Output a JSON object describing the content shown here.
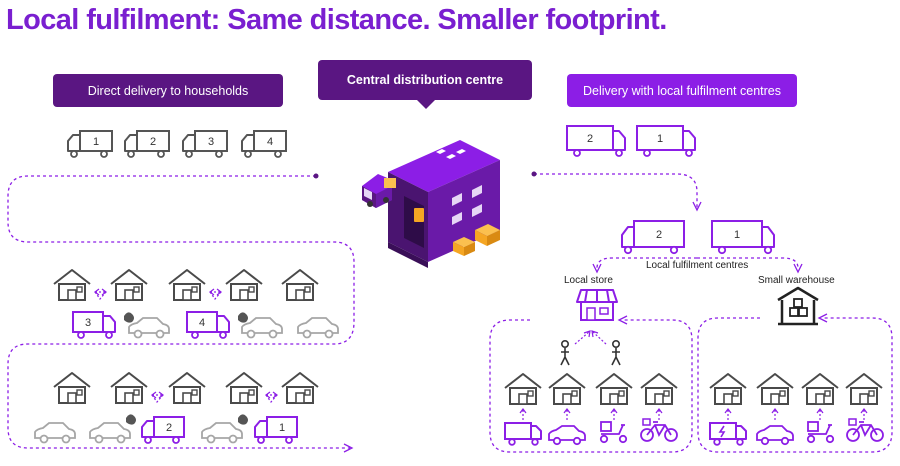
{
  "title": "Local fulfilment: Same distance. Smaller footprint.",
  "labels": {
    "direct_delivery": "Direct delivery to households",
    "central_centre": "Central distribution centre",
    "local_delivery": "Delivery with local fulfilment centres",
    "local_fulfilment_centres": "Local fulfilment centres",
    "local_store": "Local store",
    "small_warehouse": "Small warehouse"
  },
  "left_trucks": [
    "1",
    "2",
    "3",
    "4"
  ],
  "right_top_trucks": [
    "2",
    "1"
  ],
  "right_mid_trucks": [
    "2",
    "1"
  ],
  "left_row1_truck_numbers": [
    "3",
    "4"
  ],
  "left_row2_truck_numbers": [
    "2",
    "1"
  ],
  "colors": {
    "purple": "#8c1ee6",
    "dark_purple": "#5a1682",
    "title": "#7a1fd0",
    "gray": "#4a4a4a",
    "light_gray": "#9a9a9a",
    "orange": "#f5a623"
  }
}
